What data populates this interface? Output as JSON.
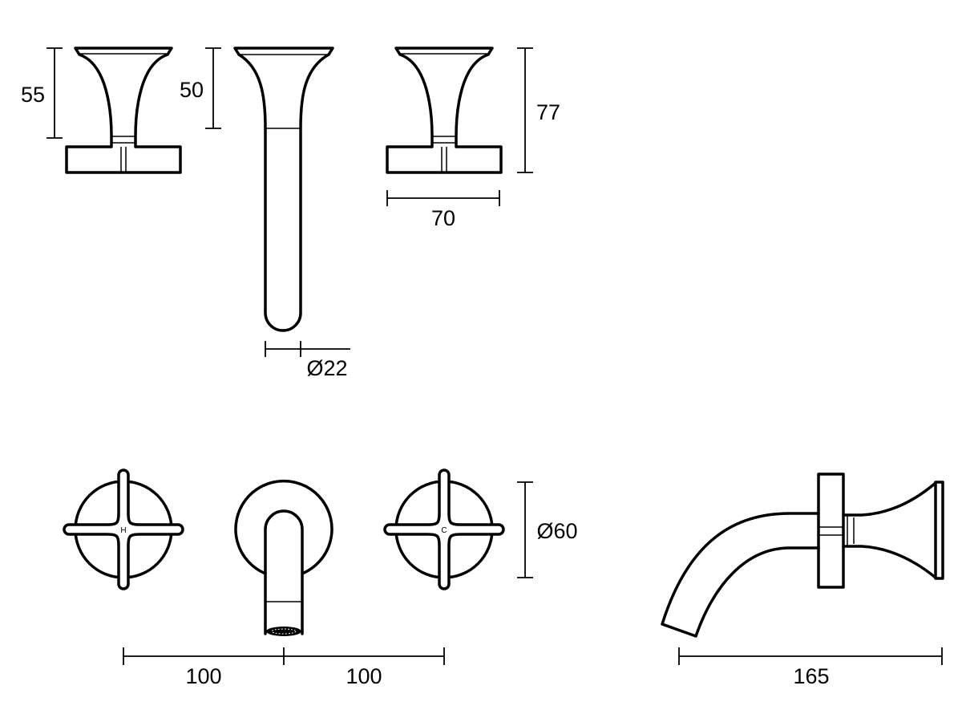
{
  "dimensions": {
    "handle_height": "55",
    "spout_flare_height": "50",
    "overall_height": "77",
    "handle_width": "70",
    "spout_diameter": "Ø22",
    "plate_diameter": "Ø60",
    "centre_left": "100",
    "centre_right": "100",
    "spout_projection": "165"
  },
  "handle_marks": {
    "hot": "H",
    "cold": "C"
  }
}
